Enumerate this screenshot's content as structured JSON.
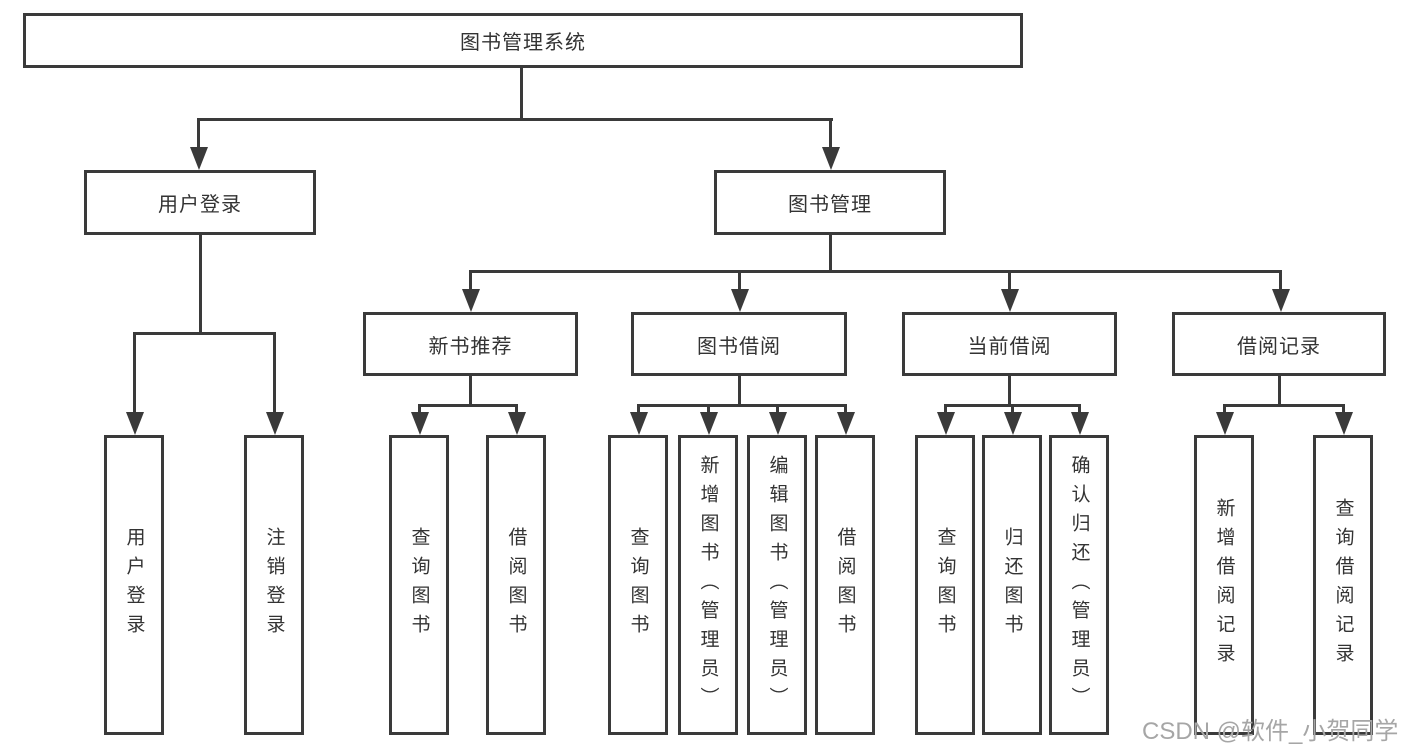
{
  "tree": {
    "root": "图书管理系统",
    "children": [
      {
        "label": "用户登录",
        "leaves": [
          "用户登录",
          "注销登录"
        ]
      },
      {
        "label": "图书管理",
        "groups": [
          {
            "label": "新书推荐",
            "leaves": [
              "查询图书",
              "借阅图书"
            ]
          },
          {
            "label": "图书借阅",
            "leaves": [
              "查询图书",
              "新增图书（管理员）",
              "编辑图书（管理员）",
              "借阅图书"
            ]
          },
          {
            "label": "当前借阅",
            "leaves": [
              "查询图书",
              "归还图书",
              "确认归还（管理员）"
            ]
          },
          {
            "label": "借阅记录",
            "leaves": [
              "新增借阅记录",
              "查询借阅记录"
            ]
          }
        ]
      }
    ]
  },
  "watermark": "CSDN @软件_小贺同学",
  "colors": {
    "line": "#3a3a3a",
    "text": "#333333",
    "background": "#ffffff",
    "watermark": "#a6a6a6"
  }
}
